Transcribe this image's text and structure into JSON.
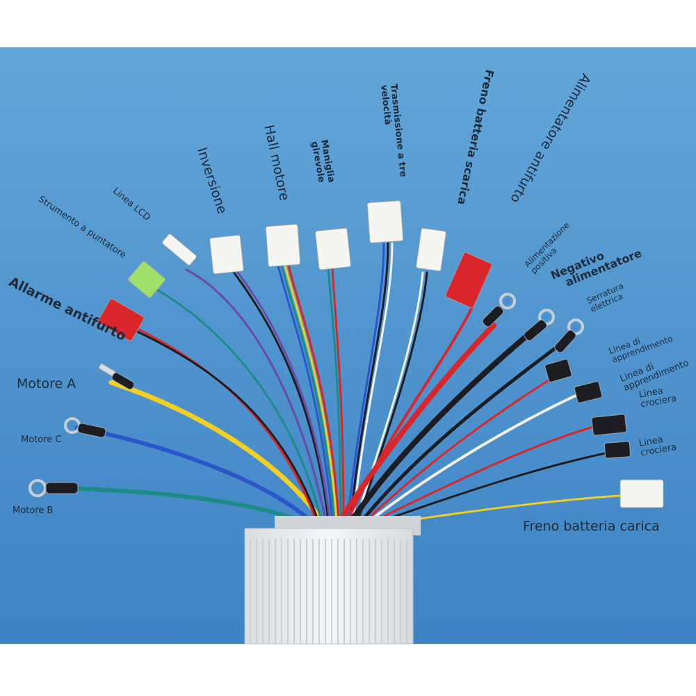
{
  "colors": {
    "background_top": "#5b9fd4",
    "background_bottom": "#3f86c6",
    "housing": "#e6e9ec",
    "housing_fins": "#c9cfd5",
    "wire_yellow": "#f2cf22",
    "wire_blue": "#2a56c9",
    "wire_green": "#1c8b86",
    "wire_red": "#d8262a",
    "wire_black": "#1b1d22",
    "wire_white": "#f2f2f2",
    "wire_purple": "#6b4aa3",
    "connector_white": "#f5f5f2",
    "connector_red": "#d8262a",
    "connector_green": "#9fe06b",
    "connector_black": "#1b1d22",
    "label_text": "#1d2a3a"
  },
  "labels": {
    "allarme_antifurto": "Allarme antifurto",
    "strumento_puntatore": "Strumento a puntatore",
    "linea_lcd": "Linea LCD",
    "inversione": "Inversione",
    "hall_motore": "Hall motore",
    "maniglia_girevole": [
      "Maniglia",
      "girevole"
    ],
    "trasmissione": [
      "Trasmissione a tre",
      "velocità"
    ],
    "freno_batteria_scarica": "Freno batteria scarica",
    "alimentatore_antifurto": "Alimentatore antifurto",
    "alimentazione_positiva": [
      "Alimentazione",
      "positiva"
    ],
    "negativo_alimentatore": [
      "Negativo",
      "alimentatore"
    ],
    "serratura_elettrica": [
      "Serratura",
      "elettrica"
    ],
    "linea_apprendimento_1": [
      "Linea di",
      "apprendimento"
    ],
    "linea_apprendimento_2": [
      "Linea di",
      "apprendimento"
    ],
    "linea_crociera_1": [
      "Linea",
      "crociera"
    ],
    "linea_crociera_2": [
      "Linea",
      "crociera"
    ],
    "motore_a": "Motore A",
    "motore_c": "Motore C",
    "motore_b": "Motore B",
    "freno_batteria_carica": "Freno batteria carica"
  }
}
